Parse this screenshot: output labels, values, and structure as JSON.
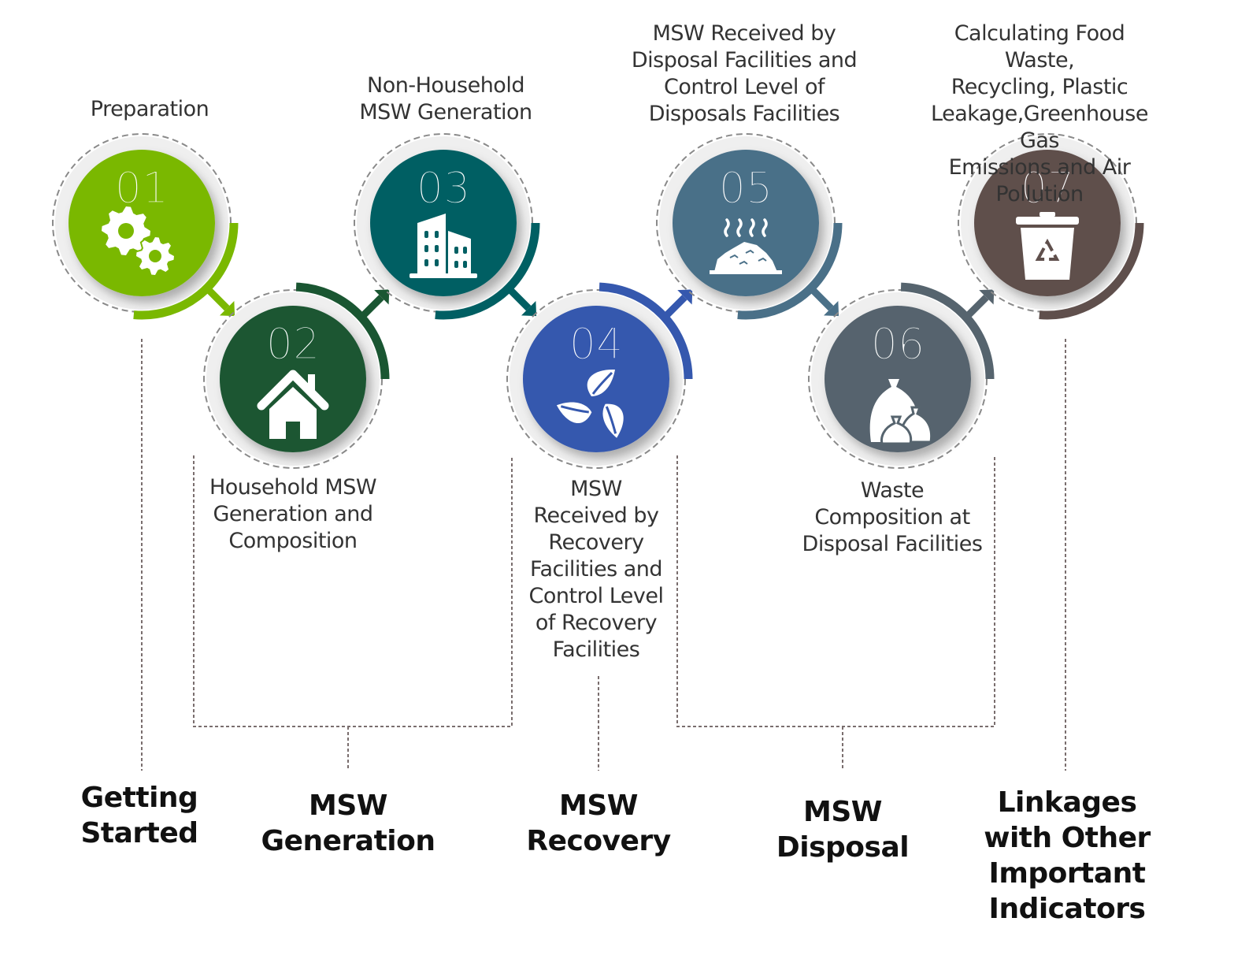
{
  "diagram": {
    "type": "process-steps",
    "steps": [
      {
        "number": "01",
        "label": "Preparation",
        "icon": "gears-icon",
        "color": "#7ab800"
      },
      {
        "number": "02",
        "label": "Household MSW\nGeneration and\nComposition",
        "icon": "house-icon",
        "color": "#1a5632"
      },
      {
        "number": "03",
        "label": "Non-Household\nMSW Generation",
        "icon": "building-icon",
        "color": "#005f63"
      },
      {
        "number": "04",
        "label": "MSW\nReceived by\nRecovery\nFacilities and\nControl Level\nof Recovery\nFacilities",
        "icon": "recycle-leaves-icon",
        "color": "#3558ae"
      },
      {
        "number": "05",
        "label": "MSW Received by\nDisposal Facilities and\nControl Level of\nDisposals Facilities",
        "icon": "landfill-pile-icon",
        "color": "#4a7088"
      },
      {
        "number": "06",
        "label": "Waste\nComposition at\nDisposal Facilities",
        "icon": "garbage-bags-icon",
        "color": "#56646e"
      },
      {
        "number": "07",
        "label": "Calculating Food Waste,\nRecycling, Plastic\nLeakage,Greenhouse Gas\nEmissions and Air Pollution",
        "icon": "recycle-bin-icon",
        "color": "#5f4f4c"
      }
    ],
    "categories": [
      {
        "label": "Getting\nStarted",
        "steps": [
          "01"
        ]
      },
      {
        "label": "MSW\nGeneration",
        "steps": [
          "02",
          "03"
        ]
      },
      {
        "label": "MSW\nRecovery",
        "steps": [
          "04"
        ]
      },
      {
        "label": "MSW\nDisposal",
        "steps": [
          "05",
          "06"
        ]
      },
      {
        "label": "Linkages\nwith Other\nImportant\nIndicators",
        "steps": [
          "07"
        ]
      }
    ],
    "colors": {
      "ring_bg": "#efefef",
      "dashed_ring": "#8a8a8a",
      "connector": "#7a6e6e",
      "label_text": "#333333",
      "category_text": "#111111"
    }
  }
}
